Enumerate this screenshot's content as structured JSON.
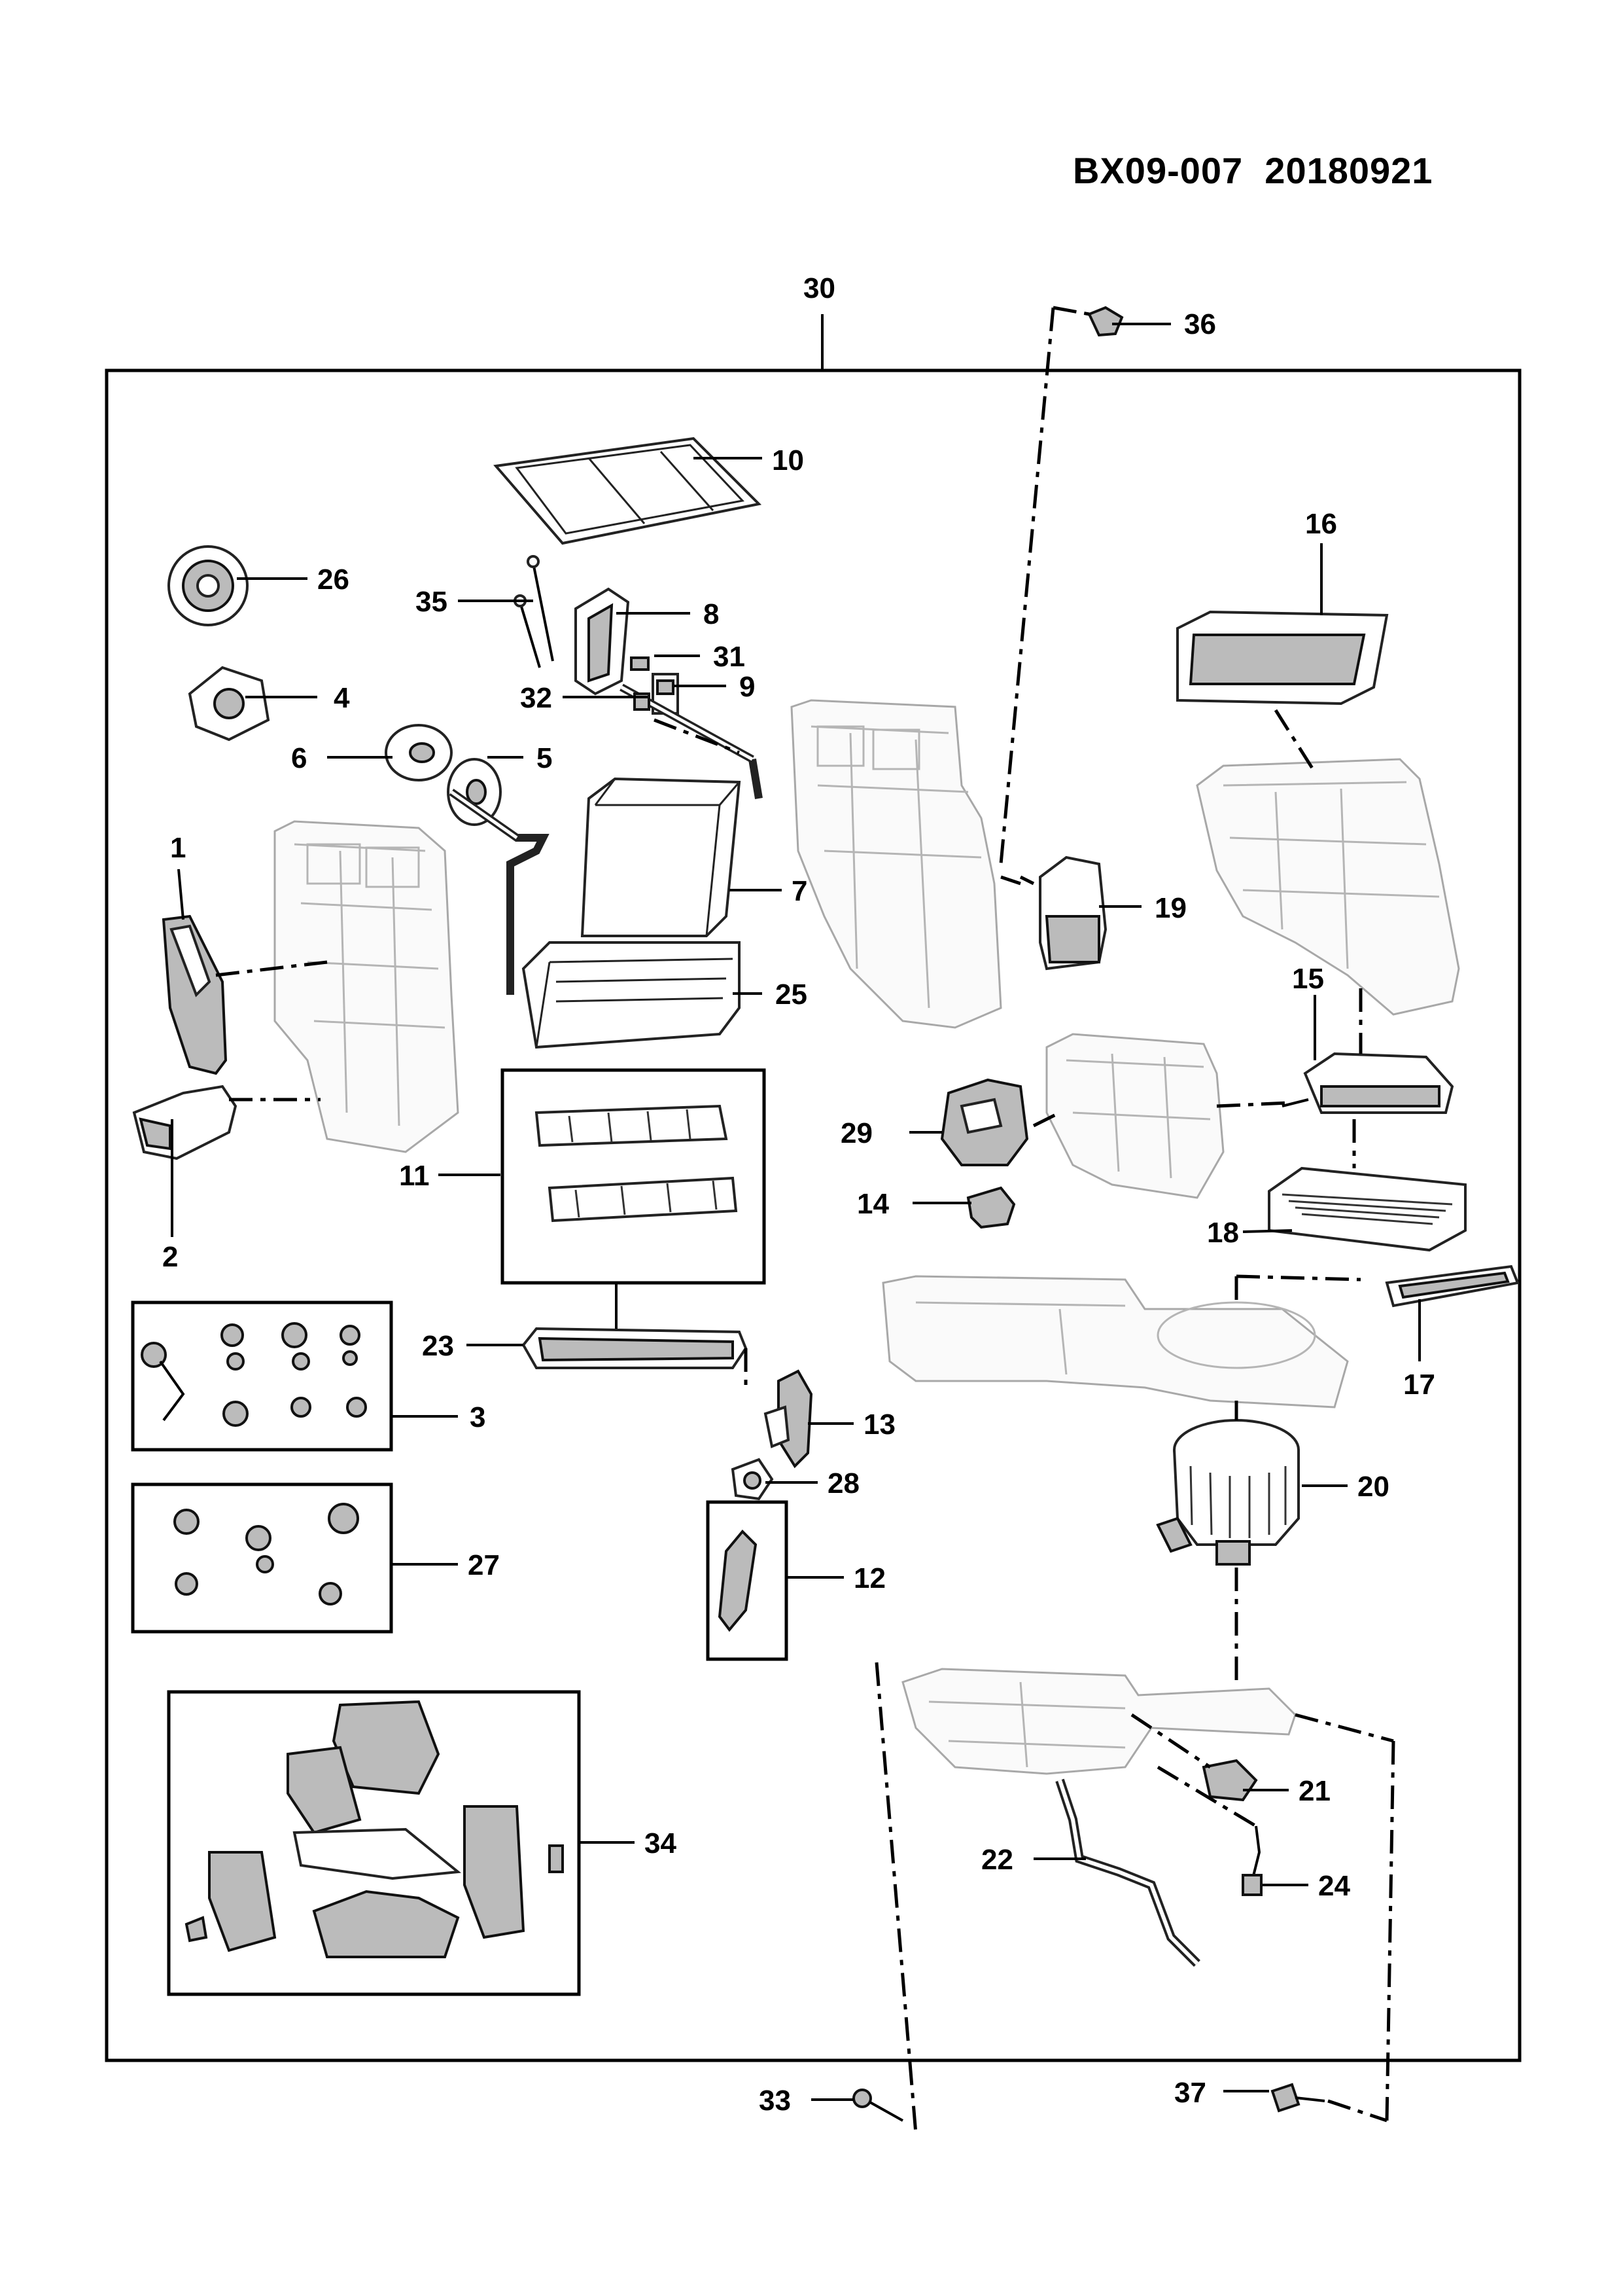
{
  "document": {
    "code": "BX09-007",
    "date": "20180921"
  },
  "callouts": {
    "c1": "1",
    "c2": "2",
    "c3": "3",
    "c4": "4",
    "c5": "5",
    "c6": "6",
    "c7": "7",
    "c8": "8",
    "c9": "9",
    "c10": "10",
    "c11": "11",
    "c12": "12",
    "c13": "13",
    "c14": "14",
    "c15": "15",
    "c16": "16",
    "c17": "17",
    "c18": "18",
    "c19": "19",
    "c20": "20",
    "c21": "21",
    "c22": "22",
    "c23": "23",
    "c24": "24",
    "c25": "25",
    "c26": "26",
    "c27": "27",
    "c28": "28",
    "c29": "29",
    "c30": "30",
    "c31": "31",
    "c32": "32",
    "c33": "33",
    "c34": "34",
    "c35": "35",
    "c36": "36",
    "c37": "37"
  }
}
